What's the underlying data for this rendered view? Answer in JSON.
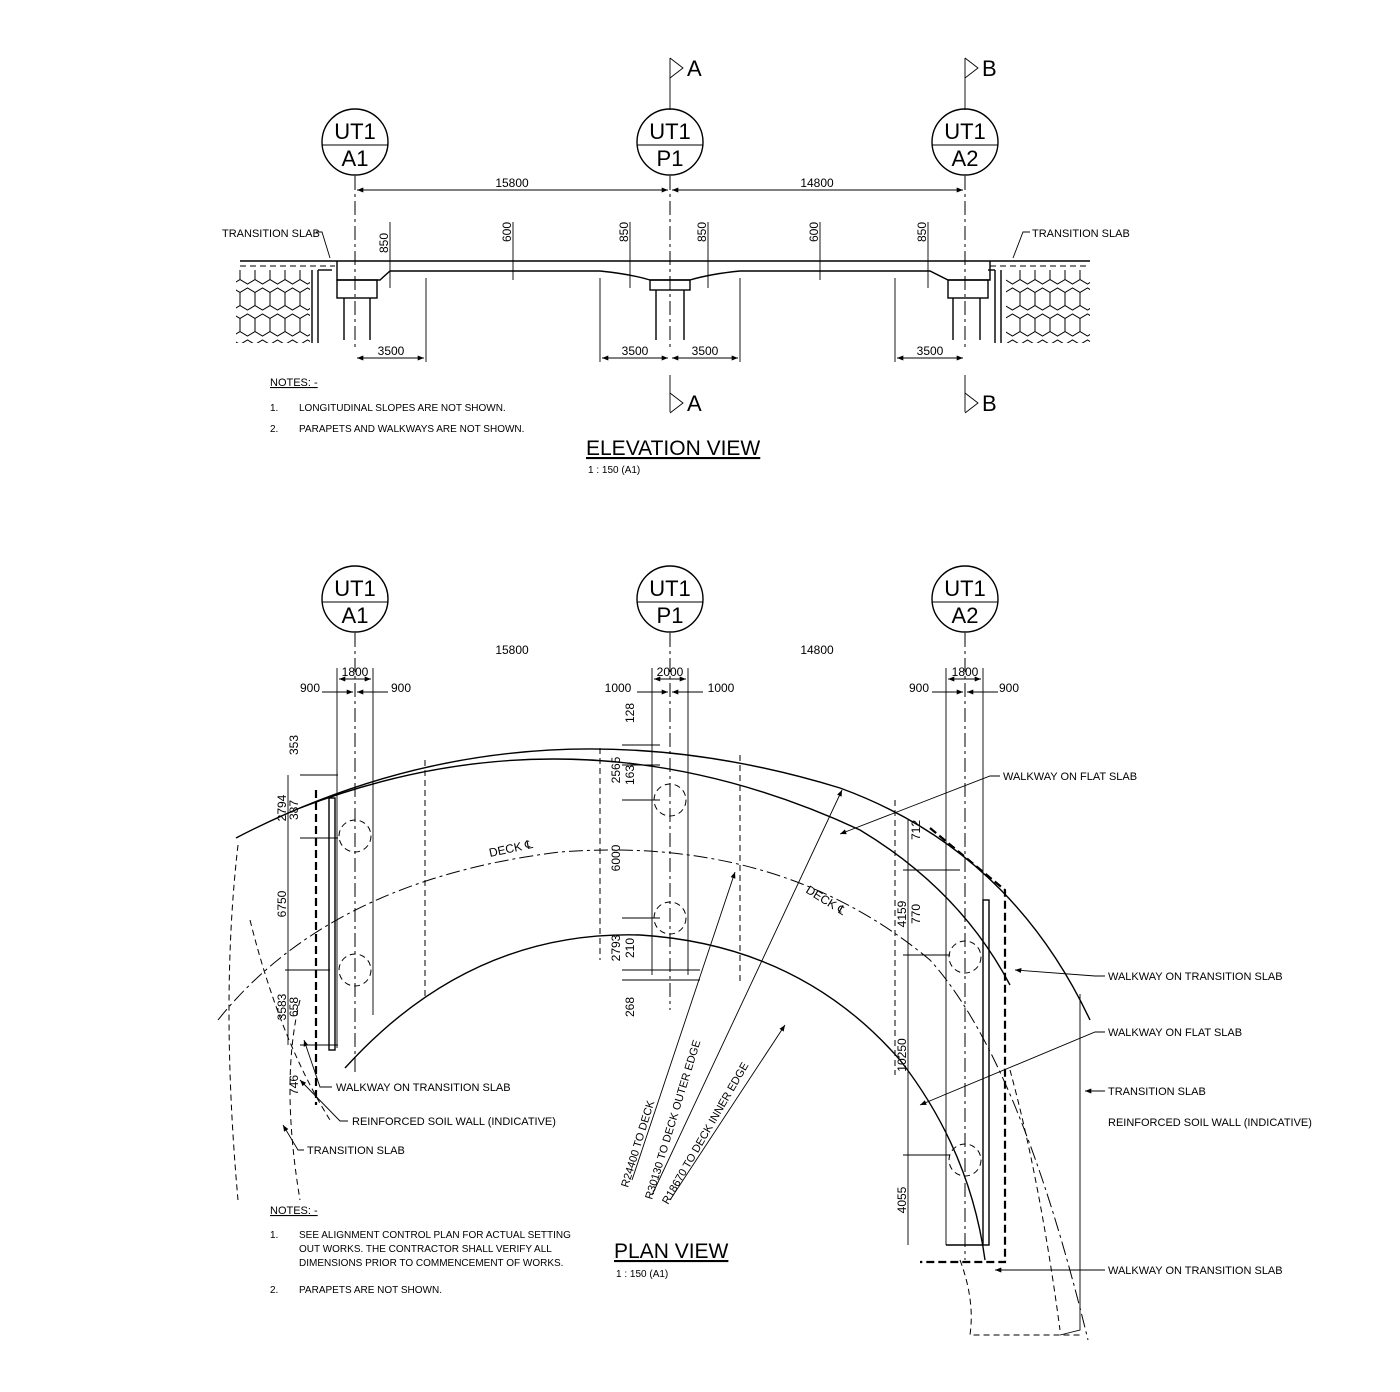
{
  "grid_bubbles": {
    "a1": {
      "top": "UT1",
      "bottom": "A1"
    },
    "p1": {
      "top": "UT1",
      "bottom": "P1"
    },
    "a2": {
      "top": "UT1",
      "bottom": "A2"
    }
  },
  "section_marks": {
    "a": "A",
    "b": "B"
  },
  "elevation": {
    "title": "ELEVATION VIEW",
    "scale": "1  :  150 (A1)",
    "span_dims": [
      "15800",
      "14800"
    ],
    "depth_dims": [
      "850",
      "600",
      "850",
      "850",
      "600",
      "850"
    ],
    "haunch_dims": [
      "3500",
      "3500",
      "3500",
      "3500"
    ],
    "labels": {
      "transition_left": "TRANSITION SLAB",
      "transition_right": "TRANSITION SLAB"
    },
    "notes_heading": "NOTES: -",
    "notes": [
      {
        "num": "1.",
        "text": "LONGITUDINAL SLOPES ARE NOT SHOWN."
      },
      {
        "num": "2.",
        "text": "PARAPETS AND WALKWAYS ARE NOT SHOWN."
      }
    ]
  },
  "plan": {
    "title": "PLAN VIEW",
    "scale": "1  :  150 (A1)",
    "span_dims": [
      "15800",
      "14800"
    ],
    "pier_widths": {
      "a1": {
        "width": "1800",
        "left": "900",
        "right": "900"
      },
      "p1": {
        "width": "2000",
        "left": "1000",
        "right": "1000"
      },
      "a2": {
        "width": "1800",
        "left": "900",
        "right": "900"
      }
    },
    "dims_a1": [
      "353",
      "2794",
      "387",
      "6750",
      "3583",
      "658",
      "746"
    ],
    "dims_p1": [
      "128",
      "2565",
      "163",
      "6000",
      "2793",
      "210",
      "268"
    ],
    "dims_a2": [
      "712",
      "4159",
      "770",
      "10250",
      "4055"
    ],
    "deck_cl": "DECK ℄",
    "radii": [
      "R24400 TO DECK",
      "R30130 TO DECK OUTER EDGE",
      "R18670 TO DECK INNER EDGE"
    ],
    "labels": {
      "walkway_flat_top": "WALKWAY ON FLAT SLAB",
      "walkway_transition_right": "WALKWAY ON TRANSITION SLAB",
      "walkway_flat_right": "WALKWAY ON FLAT SLAB",
      "transition_right": "TRANSITION SLAB",
      "rsw_right": "REINFORCED SOIL WALL (INDICATIVE)",
      "walkway_transition_bottom": "WALKWAY ON TRANSITION SLAB",
      "walkway_transition_left": "WALKWAY ON TRANSITION SLAB",
      "rsw_left": "REINFORCED SOIL WALL (INDICATIVE)",
      "transition_left": "TRANSITION SLAB"
    },
    "notes_heading": "NOTES: -",
    "notes": [
      {
        "num": "1.",
        "lines": [
          "SEE ALIGNMENT CONTROL PLAN FOR ACTUAL SETTING",
          "OUT WORKS. THE CONTRACTOR SHALL VERIFY ALL",
          "DIMENSIONS PRIOR TO COMMENCEMENT OF WORKS."
        ]
      },
      {
        "num": "2.",
        "lines": [
          "PARAPETS ARE NOT SHOWN."
        ]
      }
    ]
  }
}
